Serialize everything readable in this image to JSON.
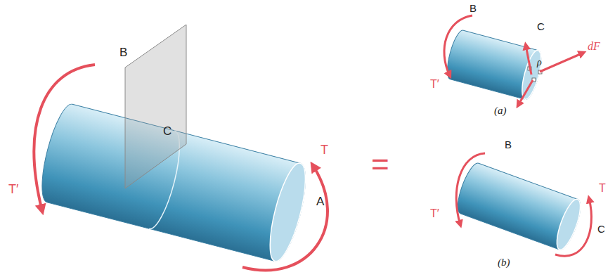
{
  "diagram": {
    "labels": [
      "B",
      "C",
      "T′",
      "T",
      "A",
      "=",
      "B",
      "C",
      "dF",
      "ρ",
      "T′",
      "(a)",
      "B",
      "T′",
      "T",
      "C",
      "(b)"
    ]
  }
}
